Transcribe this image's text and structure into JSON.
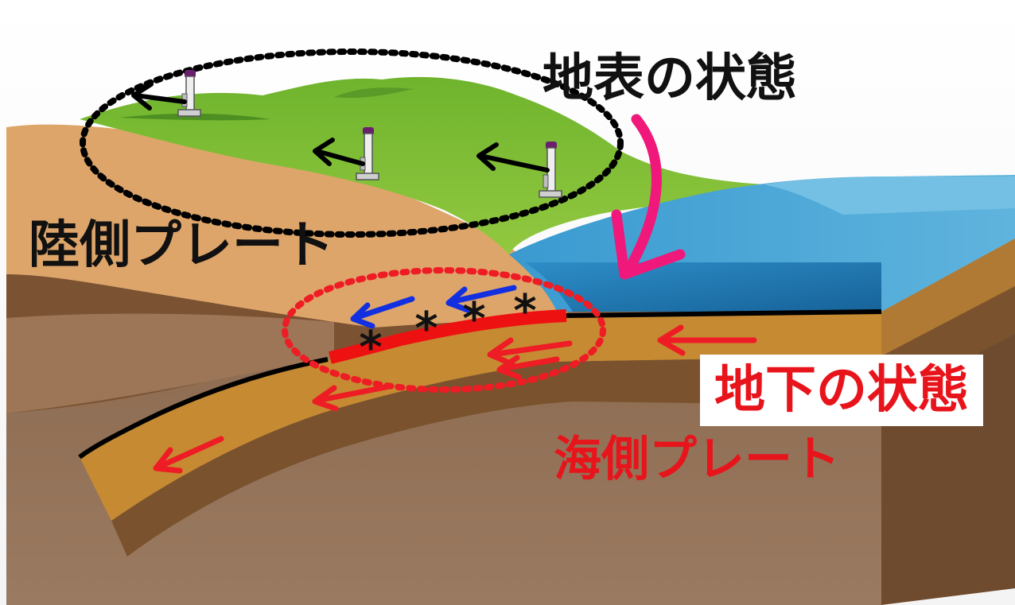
{
  "labels": {
    "surface_state": "地表の状態",
    "underground_state": "地下の状態",
    "continental_plate": "陸側プレート",
    "oceanic_plate": "海側プレート"
  },
  "colors": {
    "surface_state_text": "#111111",
    "underground_state_text": "#e8141b",
    "continental_plate_text": "#111111",
    "oceanic_plate_text": "#e8141b",
    "pink_arrow": "#f0187a",
    "red_arrow": "#ee1c24",
    "blue_arrow": "#1230e0",
    "fault_segment": "#ee1111",
    "grass": "#86c43a",
    "sea": "#1e7fb8",
    "earth_dark": "#7a4e2e",
    "plate_layer": "#c68a32"
  },
  "markers": {
    "slip_symbol": "*"
  }
}
